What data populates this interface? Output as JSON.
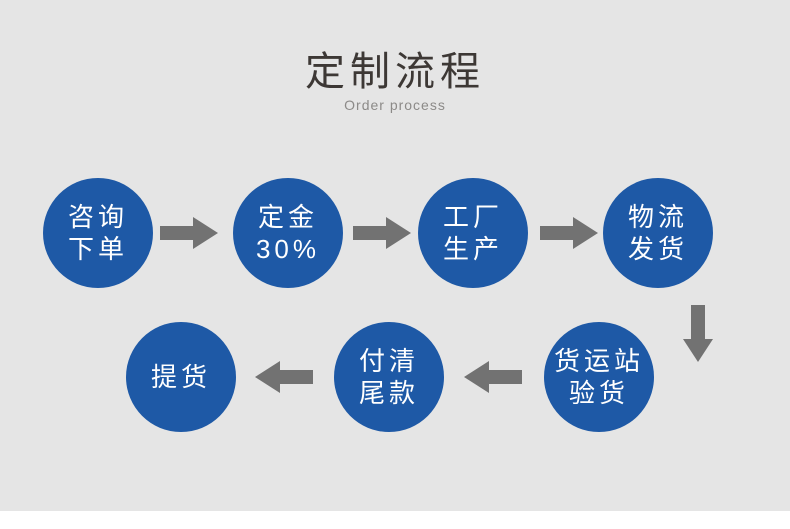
{
  "colors": {
    "background": "#e5e5e5",
    "page_bottom": "#ffffff",
    "circle": "#1e59a6",
    "circle_text": "#ffffff",
    "arrow": "#727272",
    "title": "#3d3835",
    "subtitle": "#8c8a88"
  },
  "header": {
    "title": "定制流程",
    "subtitle": "Order process"
  },
  "steps": [
    {
      "name": "inquiry-order",
      "line1": "咨询",
      "line2": "下单"
    },
    {
      "name": "deposit-30-percent",
      "line1": "定金",
      "line2": "30%"
    },
    {
      "name": "factory-production",
      "line1": "工厂",
      "line2": "生产"
    },
    {
      "name": "logistics-shipping",
      "line1": "物流",
      "line2": "发货"
    },
    {
      "name": "freight-station-inspection",
      "line1": "货运站",
      "line2": "验货"
    },
    {
      "name": "pay-balance",
      "line1": "付清",
      "line2": "尾款"
    },
    {
      "name": "pickup",
      "line1": "提货"
    }
  ],
  "icons": {
    "arrow_right": "→",
    "arrow_left": "←",
    "arrow_down": "↓"
  }
}
